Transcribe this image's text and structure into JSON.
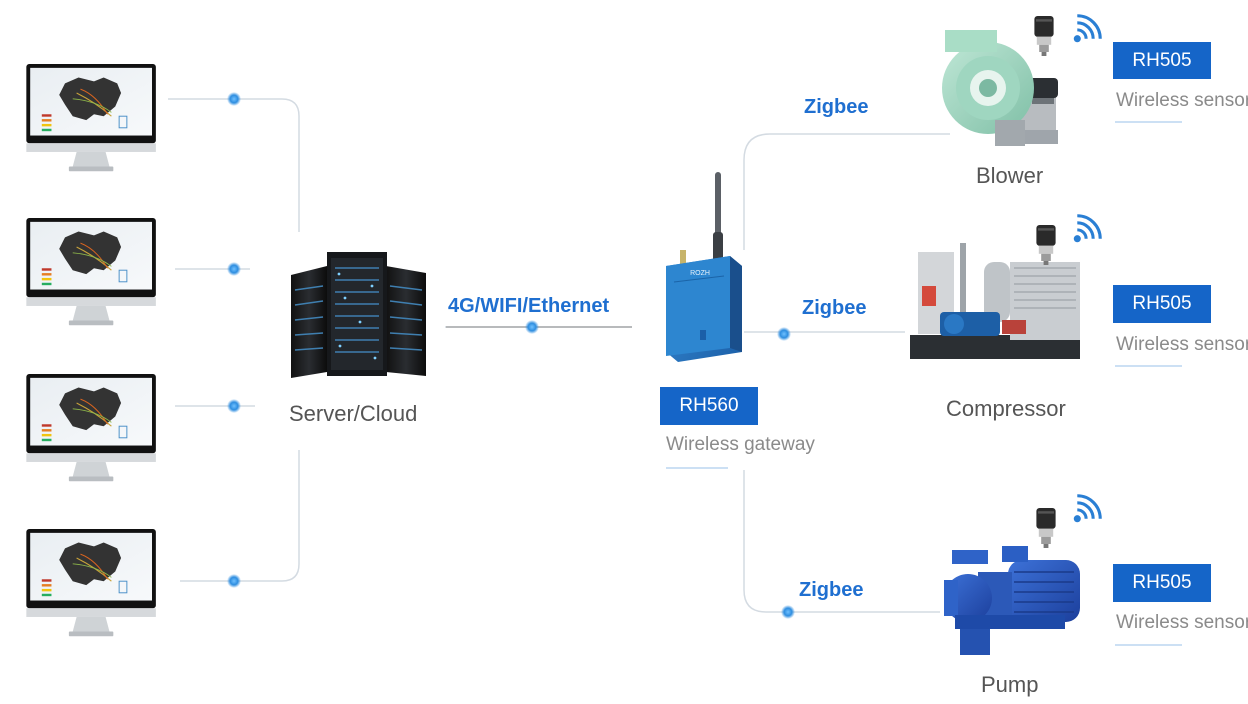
{
  "server_label": "Server/Cloud",
  "link_label": "4G/WIFI/Ethernet",
  "gateway": {
    "model": "RH560",
    "caption": "Wireless gateway",
    "brand": "ROZH"
  },
  "devices": [
    {
      "name": "Blower",
      "protocol": "Zigbee",
      "sensor_model": "RH505",
      "sensor_caption": "Wireless sensor"
    },
    {
      "name": "Compressor",
      "protocol": "Zigbee",
      "sensor_model": "RH505",
      "sensor_caption": "Wireless sensor"
    },
    {
      "name": "Pump",
      "protocol": "Zigbee",
      "sensor_model": "RH505",
      "sensor_caption": "Wireless sensor"
    }
  ],
  "colors": {
    "accent": "#1565c8",
    "protocol_text": "#1f6fd0",
    "line": "#cfd8e0",
    "dot": "#3d9be9"
  },
  "icons": [
    "monitor-icon",
    "server-rack-icon",
    "gateway-device-icon",
    "blower-icon",
    "compressor-icon",
    "pump-icon",
    "vibration-sensor-icon",
    "wifi-signal-icon"
  ]
}
